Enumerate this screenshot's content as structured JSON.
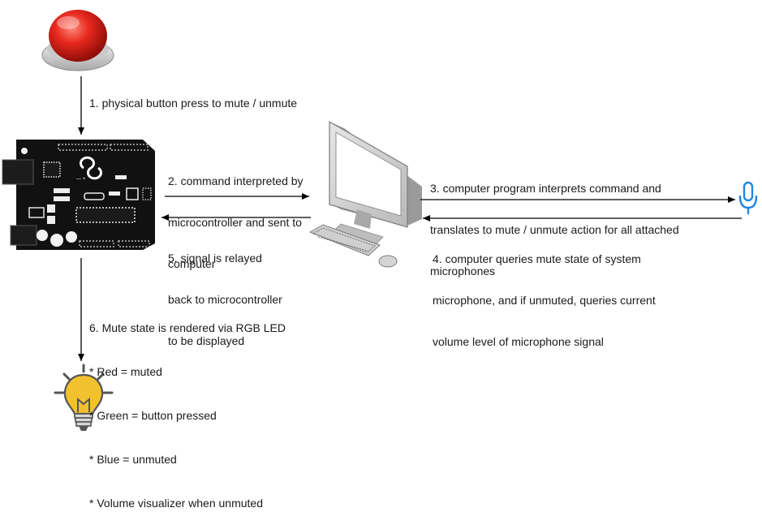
{
  "labels": {
    "step1": "1. physical button press to mute / unmute",
    "step2": [
      "2. command interpreted by",
      "microcontroller and sent to",
      "computer"
    ],
    "step3": [
      "3. computer program interprets command and",
      "translates to mute / unmute action for all attached",
      "microphones"
    ],
    "step4": [
      "4. computer queries mute state of system",
      "microphone, and if unmuted, queries current",
      "volume level of microphone signal"
    ],
    "step5": [
      "5. signal is relayed",
      "back to microcontroller",
      "to be displayed"
    ],
    "step6": [
      "6. Mute state is rendered via RGB LED",
      "* Red = muted",
      "* Green = button pressed",
      "* Blue = unmuted",
      "* Volume visualizer when unmuted"
    ]
  },
  "icons": [
    "red-push-button-icon",
    "arduino-board-icon",
    "computer-monitor-icon",
    "microphone-icon",
    "light-bulb-icon"
  ],
  "colors": {
    "button_red": "#e0261d",
    "board": "#111111",
    "mic_blue": "#1e88e5",
    "bulb_yellow": "#f2c12e",
    "arrow": "#000000"
  }
}
